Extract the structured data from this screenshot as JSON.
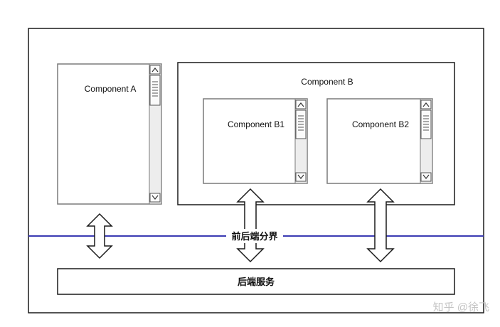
{
  "components": {
    "a": {
      "label": "Component A"
    },
    "b": {
      "label": "Component B"
    },
    "b1": {
      "label": "Component B1"
    },
    "b2": {
      "label": "Component B2"
    }
  },
  "divider": {
    "label": "前后端分界",
    "color": "#3b3bb3"
  },
  "backend": {
    "label": "后端服务"
  },
  "watermark": {
    "text": "知乎 @徐飞"
  },
  "colors": {
    "outline": "#1a1a1a",
    "panel_border": "#7a7a7a",
    "scrollbar_fill": "#e6e6e6",
    "divider": "#3b3bb3"
  }
}
